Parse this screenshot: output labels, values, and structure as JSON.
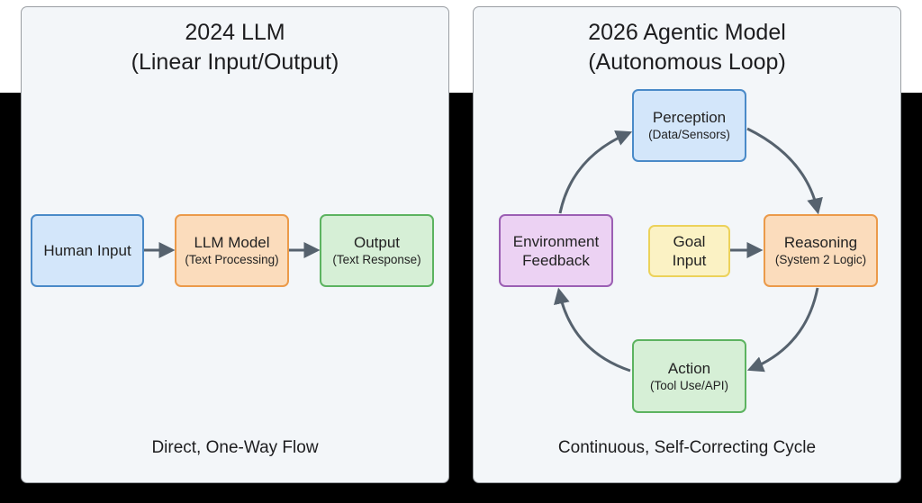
{
  "left_panel": {
    "title_line1": "2024 LLM",
    "title_line2": "(Linear Input/Output)",
    "nodes": {
      "human_input": {
        "label": "Human Input"
      },
      "llm_model": {
        "label": "LLM Model",
        "sub": "(Text Processing)"
      },
      "output": {
        "label": "Output",
        "sub": "(Text Response)"
      }
    },
    "footer": "Direct, One-Way Flow"
  },
  "right_panel": {
    "title_line1": "2026 Agentic Model",
    "title_line2": "(Autonomous Loop)",
    "nodes": {
      "perception": {
        "label": "Perception",
        "sub": "(Data/Sensors)"
      },
      "reasoning": {
        "label": "Reasoning",
        "sub": "(System 2 Logic)"
      },
      "action": {
        "label": "Action",
        "sub": "(Tool Use/API)"
      },
      "environment": {
        "label1": "Environment",
        "label2": "Feedback"
      },
      "goal": {
        "label1": "Goal",
        "label2": "Input"
      }
    },
    "footer": "Continuous, Self-Correcting Cycle"
  },
  "colors": {
    "arrow": "#56626e",
    "blue": "#4a8ac8",
    "orange": "#eb9a4a",
    "green": "#5cb360",
    "purple": "#9b5fb3",
    "yellow": "#ecd25a"
  }
}
